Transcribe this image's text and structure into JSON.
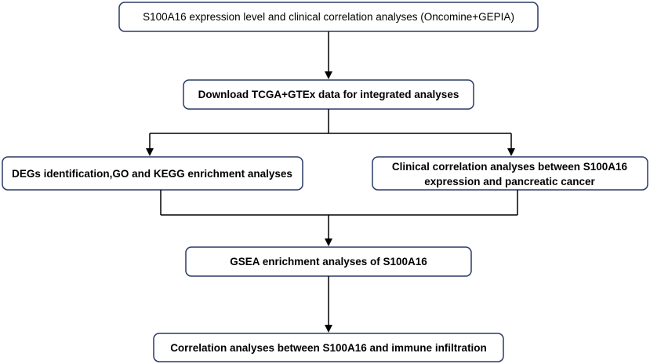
{
  "colors": {
    "box_border": "#2b3a67",
    "line": "#000000",
    "background": "#ffffff"
  },
  "flow": {
    "step1": {
      "text": "S100A16 expression level and clinical correlation analyses (Oncomine+GEPIA)"
    },
    "step2": {
      "text": "Download TCGA+GTEx data for integrated analyses"
    },
    "step3_left": {
      "text": "DEGs identification,GO and KEGG enrichment analyses"
    },
    "step3_right": {
      "line1": "Clinical correlation analyses between S100A16",
      "line2": "expression and pancreatic cancer"
    },
    "step4": {
      "text": "GSEA enrichment analyses of S100A16"
    },
    "step5": {
      "text": "Correlation analyses between S100A16 and immune infiltration"
    }
  }
}
